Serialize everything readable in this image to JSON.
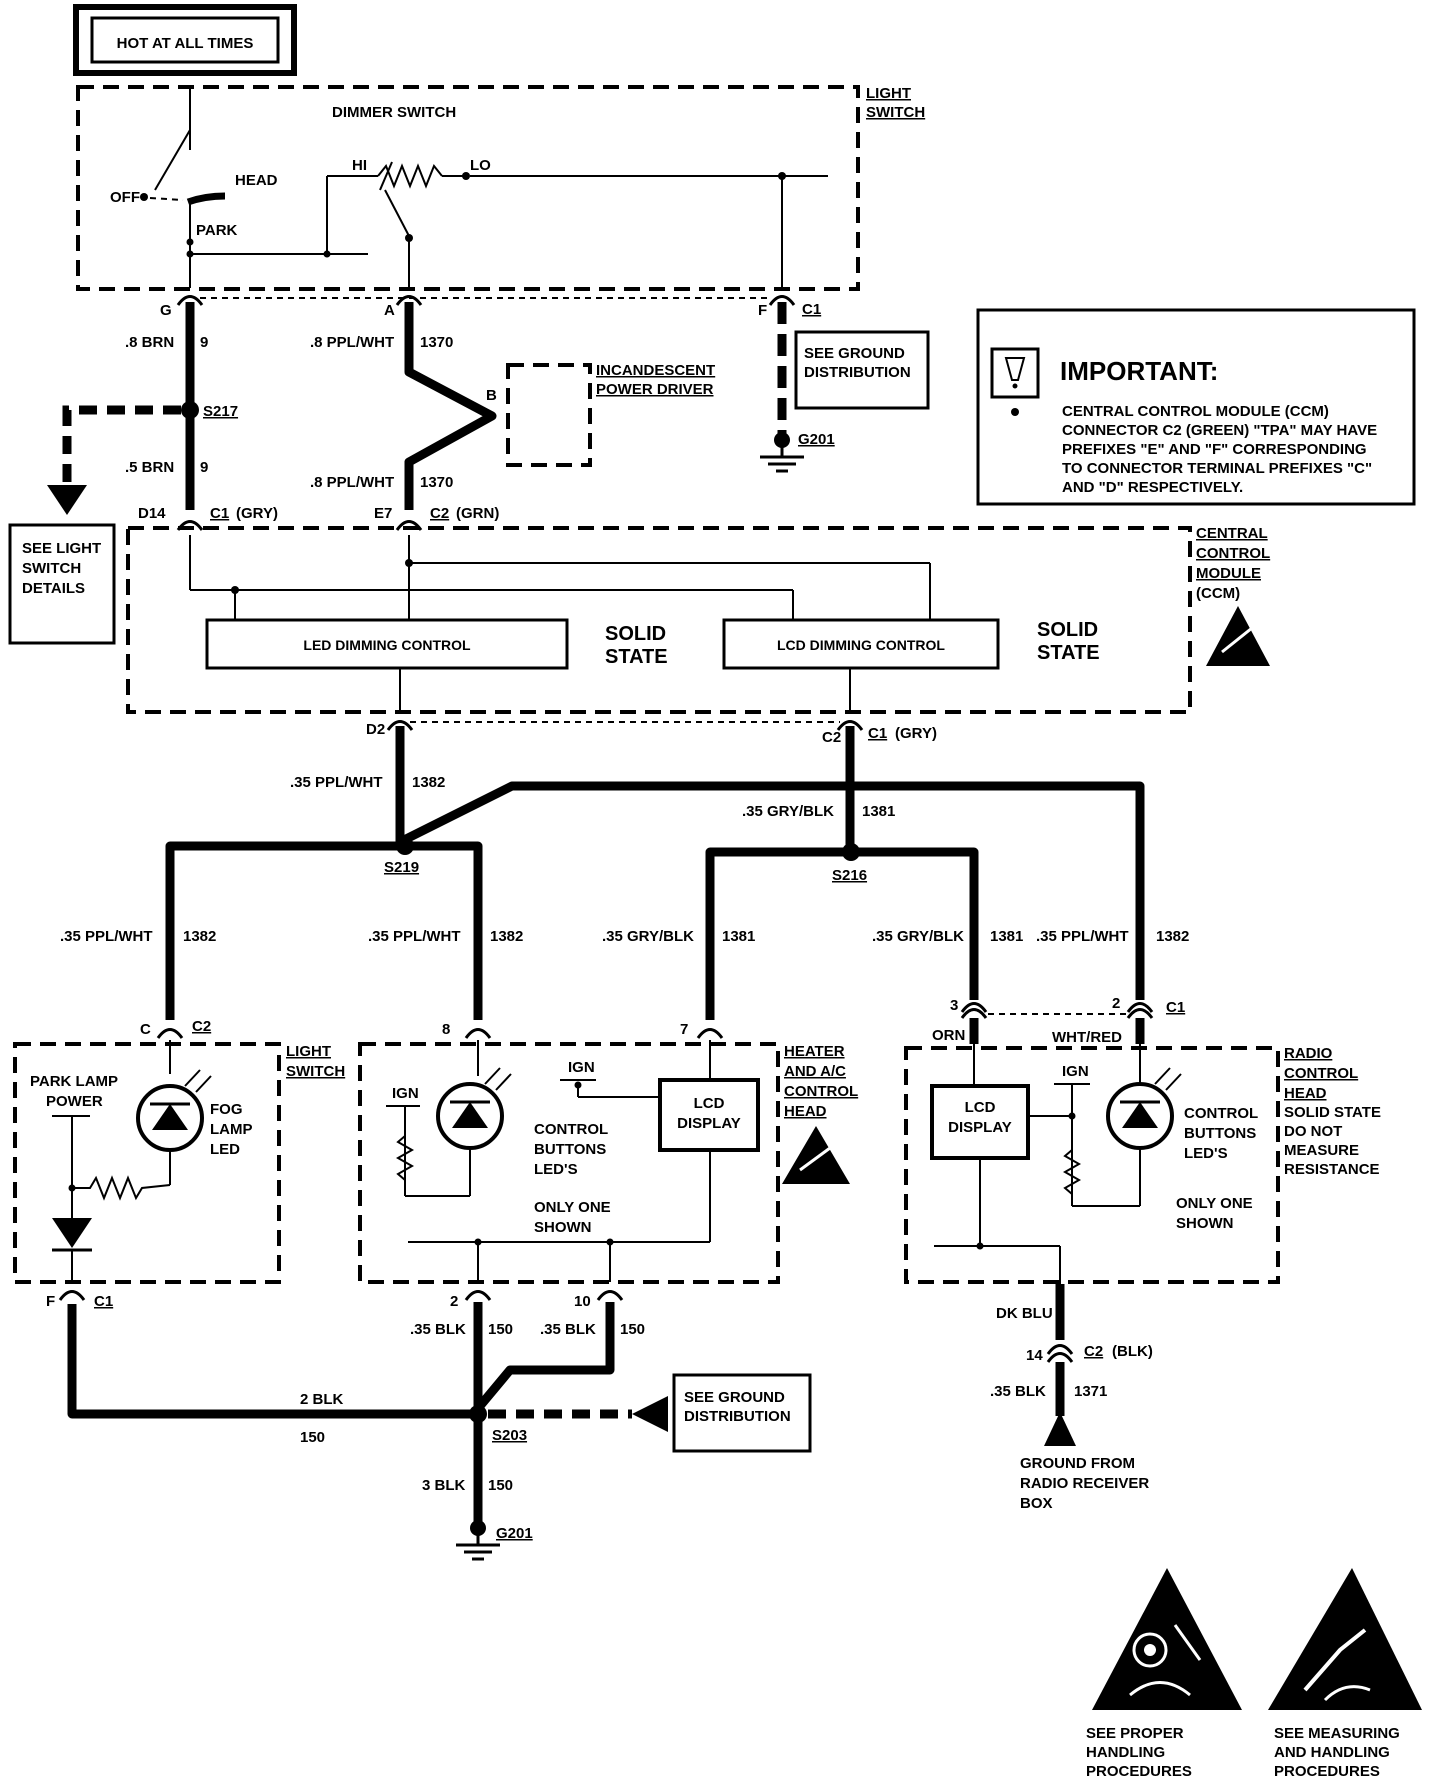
{
  "header": {
    "hot_at_all_times": "HOT AT ALL TIMES"
  },
  "light_switch": {
    "title_line1": "LIGHT",
    "title_line2": "SWITCH",
    "dimmer_switch": "DIMMER SWITCH",
    "off": "OFF",
    "head": "HEAD",
    "park": "PARK",
    "hi": "HI",
    "lo": "LO",
    "terminal_g": "G",
    "terminal_a": "A",
    "terminal_f": "F",
    "connector_c1": "C1"
  },
  "wires_top": {
    "w1_gauge": ".8 BRN",
    "w1_circuit": "9",
    "w2_gauge": ".8 PPL/WHT",
    "w2_circuit": "1370",
    "w3_gauge": ".5 BRN",
    "w3_circuit": "9",
    "w4_gauge": ".8 PPL/WHT",
    "w4_circuit": "1370",
    "splice_s217": "S217",
    "terminal_b": "B"
  },
  "incandescent": {
    "line1": "INCANDESCENT",
    "line2": "POWER DRIVER"
  },
  "ground_top": {
    "line1": "SEE GROUND",
    "line2": "DISTRIBUTION",
    "g201": "G201"
  },
  "important": {
    "heading": "IMPORTANT:",
    "line1": "CENTRAL CONTROL MODULE (CCM)",
    "line2": "CONNECTOR C2 (GREEN) \"TPA\" MAY HAVE",
    "line3": "PREFIXES \"E\" AND \"F\" CORRESPONDING",
    "line4": "TO CONNECTOR TERMINAL PREFIXES \"C\"",
    "line5": "AND \"D\" RESPECTIVELY."
  },
  "see_light_switch": {
    "line1": "SEE LIGHT",
    "line2": "SWITCH",
    "line3": "DETAILS"
  },
  "ccm": {
    "title1": "CENTRAL",
    "title2": "CONTROL",
    "title3": "MODULE",
    "title4": "(CCM)",
    "d14": "D14",
    "c1_gry": "C1",
    "gry": "(GRY)",
    "e7": "E7",
    "c2_grn": "C2",
    "grn": "(GRN)",
    "led_dimming": "LED DIMMING  CONTROL",
    "lcd_dimming": "LCD DIMMING  CONTROL",
    "solid": "SOLID",
    "state": "STATE",
    "d2": "D2",
    "c2": "C2",
    "c1_out": "C1",
    "gry_out": "(GRY)"
  },
  "wires_mid": {
    "m1_gauge": ".35 PPL/WHT",
    "m1_circuit": "1382",
    "m2_gauge": ".35 GRY/BLK",
    "m2_circuit": "1381",
    "s219": "S219",
    "s216": "S216",
    "b1_gauge": ".35 PPL/WHT",
    "b1_circuit": "1382",
    "b2_gauge": ".35 PPL/WHT",
    "b2_circuit": "1382",
    "b3_gauge": ".35 GRY/BLK",
    "b3_circuit": "1381",
    "b4_gauge": ".35 GRY/BLK",
    "b4_circuit": "1381",
    "b5_gauge": ".35 PPL/WHT",
    "b5_circuit": "1382"
  },
  "light_switch_bottom": {
    "title1": "LIGHT",
    "title2": "SWITCH",
    "c": "C",
    "c2": "C2",
    "park_lamp1": "PARK LAMP",
    "park_lamp2": "POWER",
    "fog1": "FOG",
    "fog2": "LAMP",
    "fog3": "LED",
    "f": "F",
    "c1": "C1"
  },
  "heater": {
    "title1": "HEATER",
    "title2": "AND A/C",
    "title3": "CONTROL",
    "title4": "HEAD",
    "pin8": "8",
    "pin7": "7",
    "ign1": "IGN",
    "ign2": "IGN",
    "lcd1": "LCD",
    "lcd2": "DISPLAY",
    "cb1": "CONTROL",
    "cb2": "BUTTONS",
    "cb3": "LED'S",
    "only1": "ONLY ONE",
    "only2": "SHOWN",
    "pin2": "2",
    "pin10": "10"
  },
  "radio": {
    "title1": "RADIO",
    "title2": "CONTROL",
    "title3": "HEAD",
    "note1": "SOLID STATE",
    "note2": "DO NOT",
    "note3": "MEASURE",
    "note4": "RESISTANCE",
    "pin3": "3",
    "pin2": "2",
    "c1": "C1",
    "orn": "ORN",
    "whtred": "WHT/RED",
    "ign": "IGN",
    "lcd1": "LCD",
    "lcd2": "DISPLAY",
    "cb1": "CONTROL",
    "cb2": "BUTTONS",
    "cb3": "LED'S",
    "only1": "ONLY ONE",
    "only2": "SHOWN",
    "dkblu": "DK BLU",
    "pin14": "14",
    "c2": "C2",
    "blk": "(BLK)",
    "gauge": ".35 BLK",
    "circuit": "1371",
    "gnd1": "GROUND FROM",
    "gnd2": "RADIO RECEIVER",
    "gnd3": "BOX"
  },
  "ground_bottom": {
    "w150a_gauge": ".35 BLK",
    "w150a_circuit": "150",
    "w150b_gauge": ".35 BLK",
    "w150b_circuit": "150",
    "w2blk": "2 BLK",
    "w2blk_circuit": "150",
    "s203": "S203",
    "w3blk": "3 BLK",
    "w3blk_circuit": "150",
    "g201": "G201",
    "see1": "SEE GROUND",
    "see2": "DISTRIBUTION"
  },
  "procedures": {
    "left1": "SEE  PROPER",
    "left2": "HANDLING",
    "left3": "PROCEDURES",
    "right1": "SEE MEASURING",
    "right2": "AND HANDLING",
    "right3": "PROCEDURES"
  }
}
